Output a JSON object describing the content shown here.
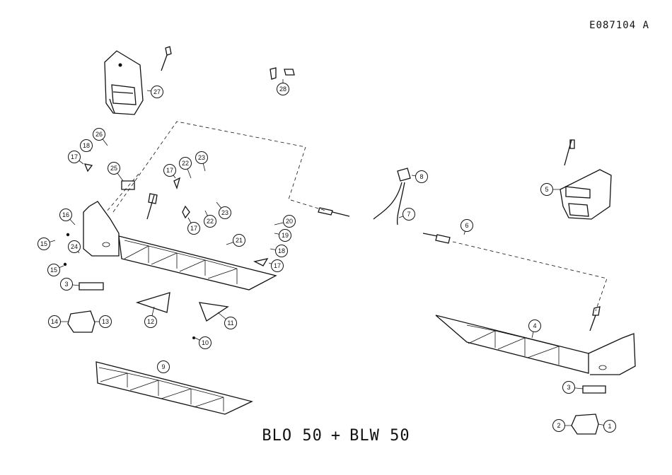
{
  "document_id": "E087104  A",
  "caption": {
    "left": "BLO 50",
    "separator": "+",
    "right": "BLW 50"
  },
  "callouts": [
    "27",
    "28",
    "26",
    "18",
    "17",
    "25",
    "23",
    "22",
    "17",
    "23",
    "22",
    "17",
    "16",
    "15",
    "24",
    "15",
    "20",
    "19",
    "18",
    "17",
    "21",
    "3",
    "14",
    "13",
    "12",
    "11",
    "10",
    "9",
    "8",
    "7",
    "6",
    "5",
    "4",
    "3",
    "2",
    "1"
  ]
}
